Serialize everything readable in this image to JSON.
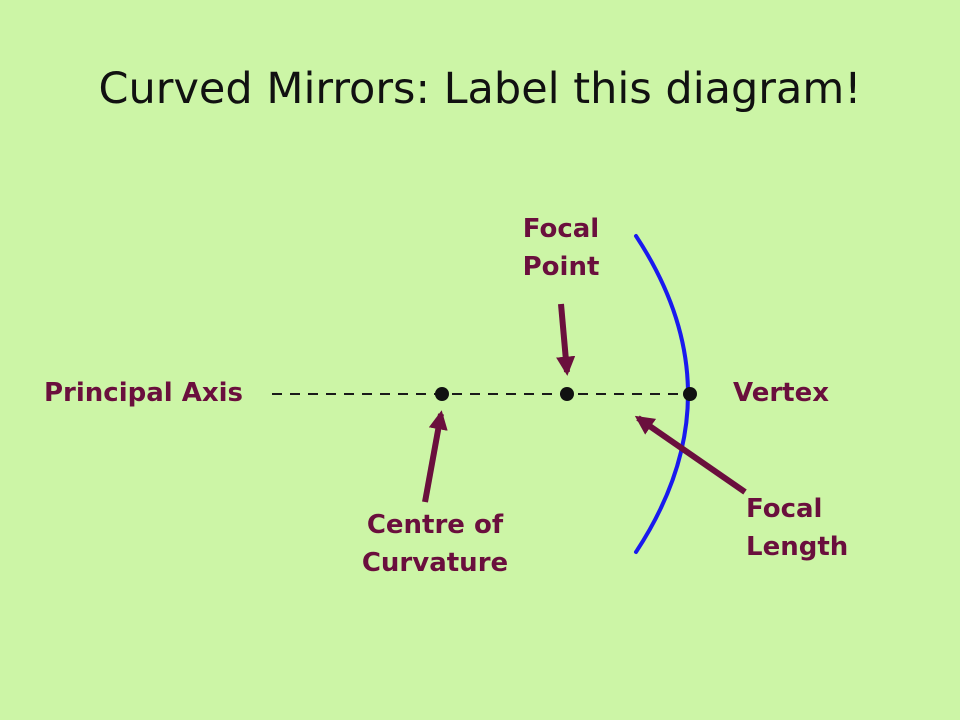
{
  "slide": {
    "title": "Curved Mirrors: Label this diagram!"
  },
  "labels": {
    "principal_axis": "Principal Axis",
    "vertex": "Vertex",
    "focal_point_line1": "Focal",
    "focal_point_line2": "Point",
    "centre_line1": "Centre of",
    "centre_line2": "Curvature",
    "focal_length_line1": "Focal",
    "focal_length_line2": "Length"
  },
  "colors": {
    "background": "#ccf5a6",
    "label": "#6a0f3d",
    "mirror": "#1a1aee",
    "arrow": "#6a0f3d",
    "axis": "#1a1a1a",
    "point": "#111111"
  }
}
